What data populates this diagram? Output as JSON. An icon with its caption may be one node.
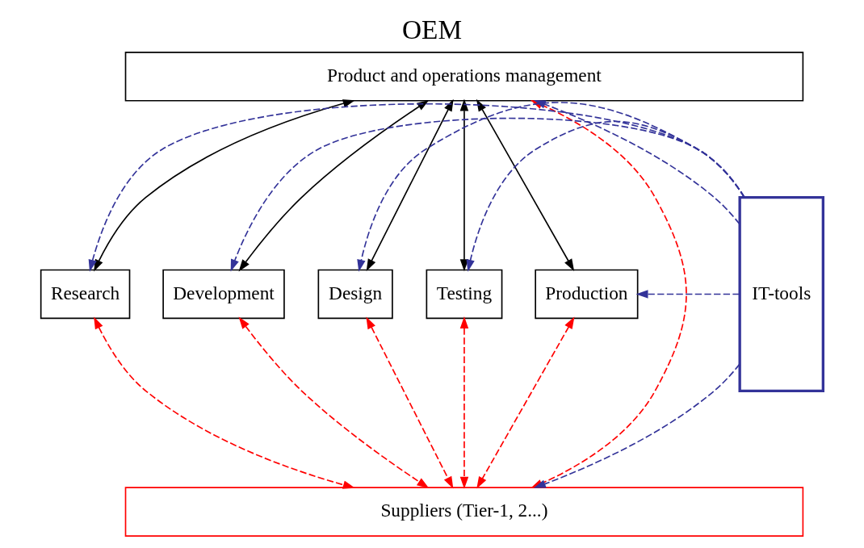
{
  "diagram": {
    "title": "OEM",
    "nodes": [
      {
        "text": [
          "Product and operations management"
        ]
      },
      {
        "text": [
          "Research"
        ]
      },
      {
        "text": [
          "Development"
        ]
      },
      {
        "text": [
          "Design"
        ]
      },
      {
        "text": [
          "Testing"
        ]
      },
      {
        "text": [
          "Production"
        ]
      },
      {
        "text": [
          "IT-tools"
        ]
      },
      {
        "text": [
          "Suppliers (Tier-1, 2...)"
        ]
      }
    ],
    "edges": [
      {
        "from": 0,
        "to": 1,
        "arrow": "both",
        "color": "#000000"
      },
      {
        "from": 0,
        "to": 2,
        "arrow": "both",
        "color": "#000000"
      },
      {
        "from": 0,
        "to": 3,
        "arrow": "both",
        "color": "#000000"
      },
      {
        "from": 0,
        "to": 4,
        "arrow": "both",
        "color": "#000000"
      },
      {
        "from": 0,
        "to": 5,
        "arrow": "both",
        "color": "#000000"
      },
      {
        "from": 0,
        "to": 7,
        "arrow": "both",
        "style": "dashed",
        "color": "#ff0000"
      },
      {
        "from": 6,
        "to": 0,
        "arrow": "to",
        "style": "dashed",
        "color": "#333399"
      },
      {
        "from": 6,
        "to": 1,
        "arrow": "to",
        "style": "dashed",
        "color": "#333399"
      },
      {
        "from": 6,
        "to": 2,
        "arrow": "to",
        "style": "dashed",
        "color": "#333399"
      },
      {
        "from": 6,
        "to": 3,
        "arrow": "to",
        "style": "dashed",
        "color": "#333399"
      },
      {
        "from": 6,
        "to": 4,
        "arrow": "to",
        "style": "dashed",
        "color": "#333399"
      },
      {
        "from": 6,
        "to": 5,
        "arrow": "to",
        "style": "dashed",
        "color": "#333399"
      },
      {
        "from": 6,
        "to": 7,
        "arrow": "to",
        "style": "dashed",
        "color": "#333399"
      },
      {
        "from": 1,
        "to": 7,
        "arrow": "both",
        "style": "dashed",
        "color": "#ff0000"
      },
      {
        "from": 2,
        "to": 7,
        "arrow": "both",
        "style": "dashed",
        "color": "#ff0000"
      },
      {
        "from": 3,
        "to": 7,
        "arrow": "both",
        "style": "dashed",
        "color": "#ff0000"
      },
      {
        "from": 4,
        "to": 7,
        "arrow": "both",
        "style": "dashed",
        "color": "#ff0000"
      },
      {
        "from": 5,
        "to": 7,
        "arrow": "both",
        "style": "dashed",
        "color": "#ff0000"
      }
    ]
  }
}
